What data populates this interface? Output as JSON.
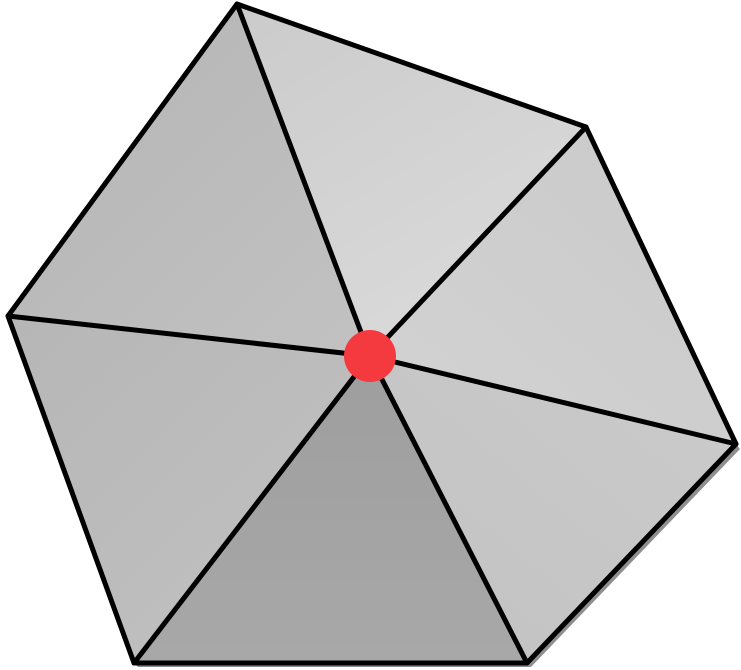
{
  "diagram": {
    "shape": "hexagonal pyramid (triangle fan)",
    "face_count": 6,
    "colors": {
      "background": "#ffffff",
      "edge": "#000000",
      "apex_marker": "#f53a3f",
      "faces": [
        "#b9b9b9",
        "#d7d7d7",
        "#cdcdcd",
        "#c6c6c6",
        "#a4a4a4",
        "#bdbdbd"
      ]
    },
    "apex_marker_icon": "red-dot"
  }
}
